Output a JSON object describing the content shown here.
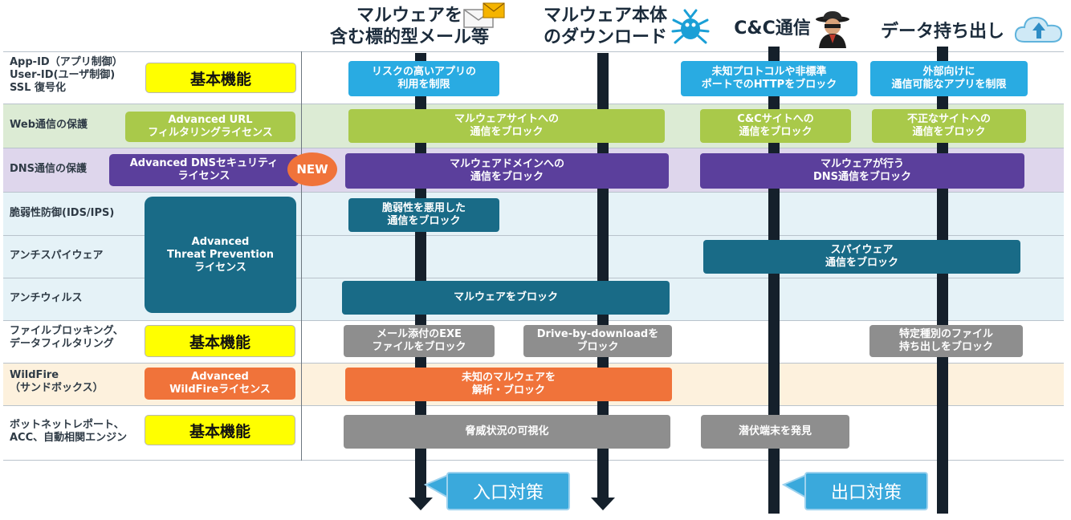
{
  "headers": {
    "entry_email": "マルウェアを\n含む標的型メール等",
    "download": "マルウェア本体\nのダウンロード",
    "cnc": "C&C通信",
    "exfil": "データ持ち出し"
  },
  "rows": {
    "appid": "App-ID（アプリ制御）\nUser-ID(ユーザ制御)\nSSL 復号化",
    "web": "Web通信の保護",
    "dns": "DNS通信の保護",
    "ips": "脆弱性防御(IDS/IPS)",
    "spyware": "アンチスパイウェア",
    "av": "アンチウィルス",
    "filter": "ファイルブロッキング、\nデータフィルタリング",
    "wildfire": "WildFire\n（サンドボックス）",
    "botnet": "ボットネットレポート、\nACC、自動相関エンジン"
  },
  "licenses": {
    "basic1": "基本機能",
    "url": "Advanced URL\nフィルタリングライセンス",
    "dns": "Advanced DNSセキュリティ\nライセンス",
    "new_badge": "NEW",
    "threat": "Advanced\nThreat Prevention\nライセンス",
    "basic2": "基本機能",
    "wildfire": "Advanced\nWildFireライセンス",
    "basic3": "基本機能"
  },
  "cells": {
    "risky_apps": "リスクの高いアプリの\n利用を制限",
    "unknown_proto": "未知プロトコルや非標準\nポートでのHTTPをブロック",
    "external_apps": "外部向けに\n通信可能なアプリを制限",
    "malware_site": "マルウェアサイトへの\n通信をブロック",
    "cnc_site": "C&Cサイトへの\n通信をブロック",
    "bad_site": "不正なサイトへの\n通信をブロック",
    "malware_domain": "マルウェアドメインへの\n通信をブロック",
    "malware_dns": "マルウェアが行う\nDNS通信をブロック",
    "vuln": "脆弱性を悪用した\n通信をブロック",
    "spyware": "スパイウェア\n通信をブロック",
    "av": "マルウェアをブロック",
    "exe": "メール添付のEXE\nファイルをブロック",
    "dbd": "Drive-by-downloadを\nブロック",
    "file_exfil": "特定種別のファイル\n持ち出しをブロック",
    "wildfire": "未知のマルウェアを\n解析・ブロック",
    "visual": "脅威状況の可視化",
    "latent": "潜伏端末を発見"
  },
  "callouts": {
    "entry": "入口対策",
    "exit": "出口対策"
  },
  "icons": {
    "email": "envelope-icon",
    "bug": "bug-icon",
    "hacker": "spy-icon",
    "cloud": "cloud-upload-icon"
  },
  "colors": {
    "cyan": "#29abe2",
    "green": "#a9c94a",
    "purple": "#5b3f9c",
    "teal": "#196b87",
    "gray": "#8e8e8e",
    "orange": "#f0733a",
    "yellow": "#ffff00"
  }
}
